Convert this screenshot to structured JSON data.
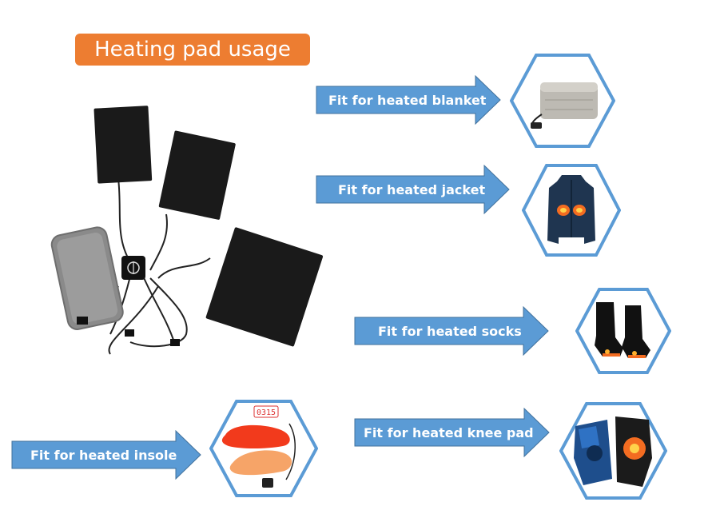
{
  "title": "Heating pad usage",
  "colors": {
    "title_bg": "#ed7d31",
    "arrow_fill": "#5b9bd5",
    "arrow_stroke": "#41719c",
    "hex_border": "#5b9bd5",
    "pad_black": "#1a1a1a",
    "power_bank_grey": "#8a8a8a"
  },
  "arrows": [
    {
      "id": "blanket",
      "label": "Fit for heated blanket"
    },
    {
      "id": "jacket",
      "label": "Fit for heated jacket"
    },
    {
      "id": "socks",
      "label": "Fit for heated socks"
    },
    {
      "id": "knee",
      "label": "Fit for heated knee pad"
    },
    {
      "id": "insole",
      "label": "Fit for heated insole"
    }
  ],
  "images": [
    {
      "id": "blanket",
      "icon": "heated-blanket-icon"
    },
    {
      "id": "jacket",
      "icon": "heated-jacket-icon"
    },
    {
      "id": "socks",
      "icon": "heated-socks-icon"
    },
    {
      "id": "knee",
      "icon": "heated-knee-pad-icon"
    },
    {
      "id": "insole",
      "icon": "heated-insole-icon"
    },
    {
      "id": "kit",
      "icon": "heating-pad-kit-icon"
    }
  ],
  "insole_controller_text": "0315"
}
